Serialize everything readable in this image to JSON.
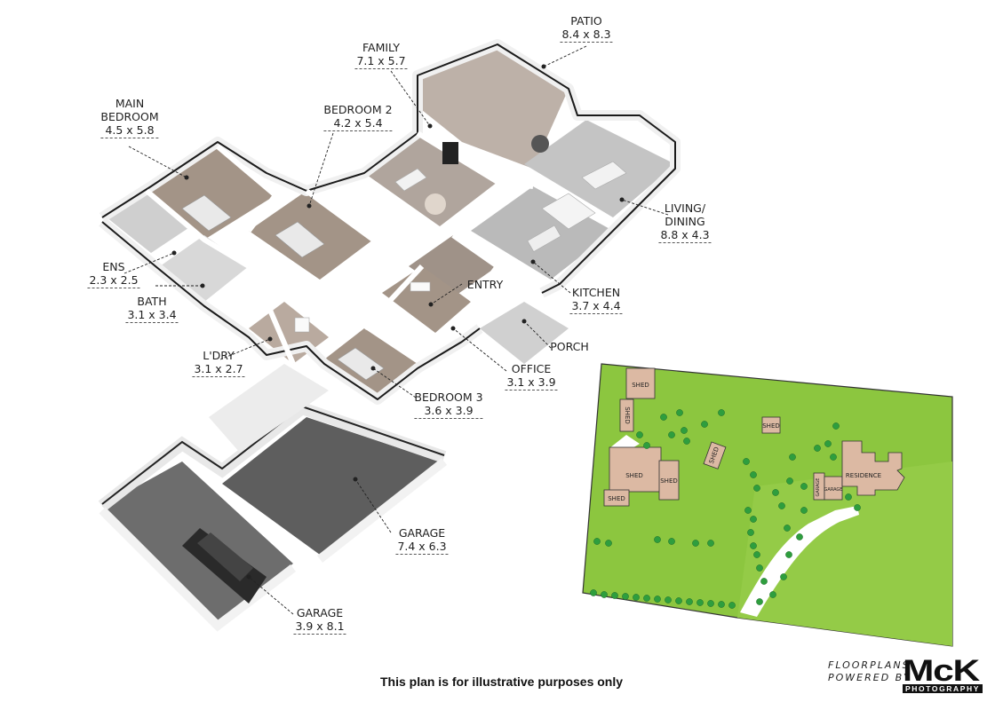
{
  "rooms": {
    "patio": {
      "name": "PATIO",
      "size": "8.4 x 8.3"
    },
    "family": {
      "name": "FAMILY",
      "size": "7.1 x 5.7"
    },
    "main_bedroom": {
      "name_line1": "MAIN",
      "name_line2": "BEDROOM",
      "size": "4.5 x 5.8"
    },
    "bedroom2": {
      "name": "BEDROOM 2",
      "size": "4.2 x 5.4"
    },
    "living_dining": {
      "name_line1": "LIVING/",
      "name_line2": "DINING",
      "size": "8.8 x 4.3"
    },
    "ens": {
      "name": "ENS",
      "size": "2.3 x 2.5"
    },
    "bath": {
      "name": "BATH",
      "size": "3.1 x 3.4"
    },
    "entry": {
      "name": "ENTRY"
    },
    "kitchen": {
      "name": "KITCHEN",
      "size": "3.7 x 4.4"
    },
    "porch": {
      "name": "PORCH"
    },
    "laundry": {
      "name": "L'DRY",
      "size": "3.1 x 2.7"
    },
    "office": {
      "name": "OFFICE",
      "size": "3.1 x 3.9"
    },
    "bedroom3": {
      "name": "BEDROOM 3",
      "size": "3.6 x 3.9"
    },
    "garage_large": {
      "name": "GARAGE",
      "size": "7.4 x 6.3"
    },
    "garage_small": {
      "name": "GARAGE",
      "size": "3.9 x 8.1"
    }
  },
  "site_plan": {
    "shed_1": "SHED",
    "shed_2": "SHED",
    "shed_3": "SHED",
    "shed_4": "SHED",
    "shed_5": "SHED",
    "shed_6": "SHED",
    "shed_7": "SHED",
    "garage": "GARAGE",
    "residence": "RESIDENCE",
    "colors": {
      "lawn": "#8cc63f",
      "building": "#dcb9a3",
      "outline": "#333333",
      "tree": "#2e9e3e"
    }
  },
  "disclaimer": "This plan is for illustrative purposes only",
  "brand": {
    "line1": "FLOORPLANS",
    "line2": "POWERED BY",
    "logo": "McK",
    "sub": "PHOTOGRAPHY"
  }
}
